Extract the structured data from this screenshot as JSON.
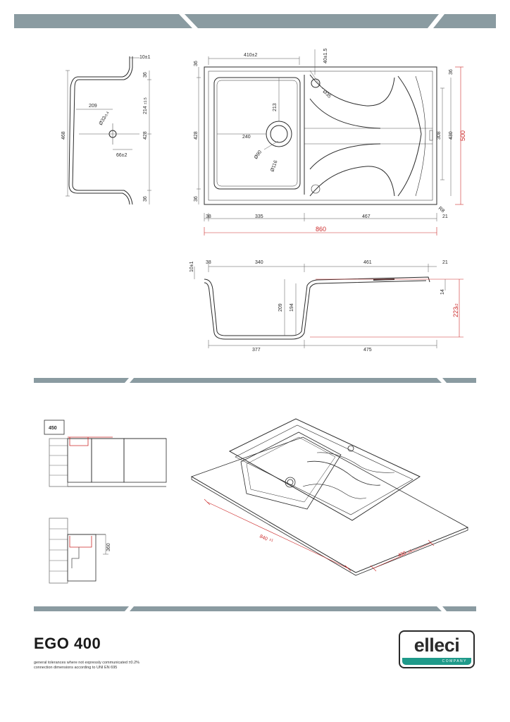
{
  "colors": {
    "band": "#8a9ba1",
    "line": "#2b2b2b",
    "dim": "#555555",
    "red": "#cc2a2a",
    "logo_teal": "#1f9a8a"
  },
  "side_view": {
    "d_top": "10±1",
    "d_36a": "36",
    "d_214": "214",
    "d_214_tol": "±1.5",
    "d_468": "468",
    "d_209": "209",
    "d_hole": "Ø32",
    "d_hole_tol": "+0.4",
    "d_428": "428",
    "d_66": "66±2",
    "d_36b": "36"
  },
  "top_view": {
    "d_410": "410±2",
    "d_40": "40±1.5",
    "d_36": "36",
    "d_35": "Ø35",
    "d_213": "213",
    "d_240": "240",
    "d_90": "Ø90",
    "d_116": "Ø116",
    "d_428": "428",
    "d_36b": "36",
    "d_36r": "36",
    "d_308": "308",
    "d_430": "430",
    "d_500": "500",
    "d_r8": "R8",
    "d_38": "38",
    "d_335": "335",
    "d_467": "467",
    "d_21": "21",
    "d_860": "860"
  },
  "section_view": {
    "d_10": "10±1",
    "d_38": "38",
    "d_340": "340",
    "d_461": "461",
    "d_21": "21",
    "d_209": "209",
    "d_194": "194",
    "d_14": "14",
    "d_223": "223",
    "d_223_tol": "±2",
    "d_377": "377",
    "d_475": "475"
  },
  "install": {
    "cabinet": "450",
    "d_360": "360",
    "d_840": "840",
    "d_840_tol": "±1",
    "d_490": "490",
    "d_490_tol": "±1"
  },
  "footer": {
    "title": "EGO 400",
    "note1": "general tolerances where not expressly communicated ±0.2%",
    "note2": "connection dimensions according to UNI EN 695",
    "logo_word": "elleci",
    "logo_company": "COMPANY",
    "logo_reg": "®"
  }
}
